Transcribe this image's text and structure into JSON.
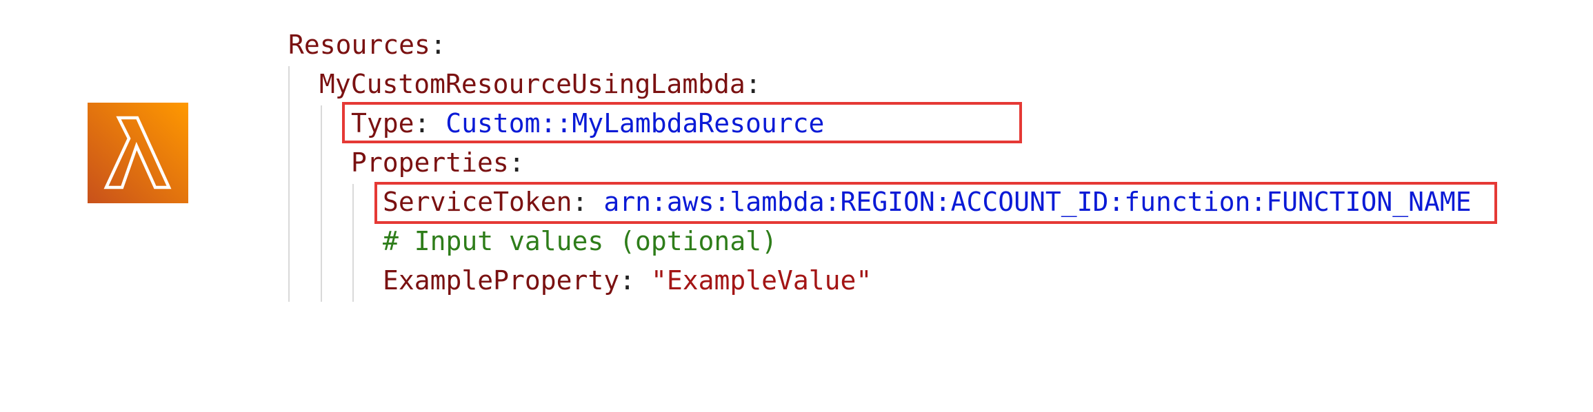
{
  "logo": {
    "icon": "aws-lambda-icon",
    "gradient_start": "#c8511b",
    "gradient_end": "#ff9900"
  },
  "code": {
    "resources_key": "Resources",
    "resource_name": "MyCustomResourceUsingLambda",
    "type_key": "Type",
    "type_value": "Custom::MyLambdaResource",
    "properties_key": "Properties",
    "service_token_key": "ServiceToken",
    "service_token_value": "arn:aws:lambda:REGION:ACCOUNT_ID:function:FUNCTION_NAME",
    "comment": "# Input values (optional)",
    "example_key": "ExampleProperty",
    "example_value": "\"ExampleValue\"",
    "colon": ":"
  },
  "colors": {
    "key": "#7a1111",
    "value": "#0a1ad6",
    "string": "#a31515",
    "comment": "#2e7d1a",
    "highlight": "#e53935"
  }
}
